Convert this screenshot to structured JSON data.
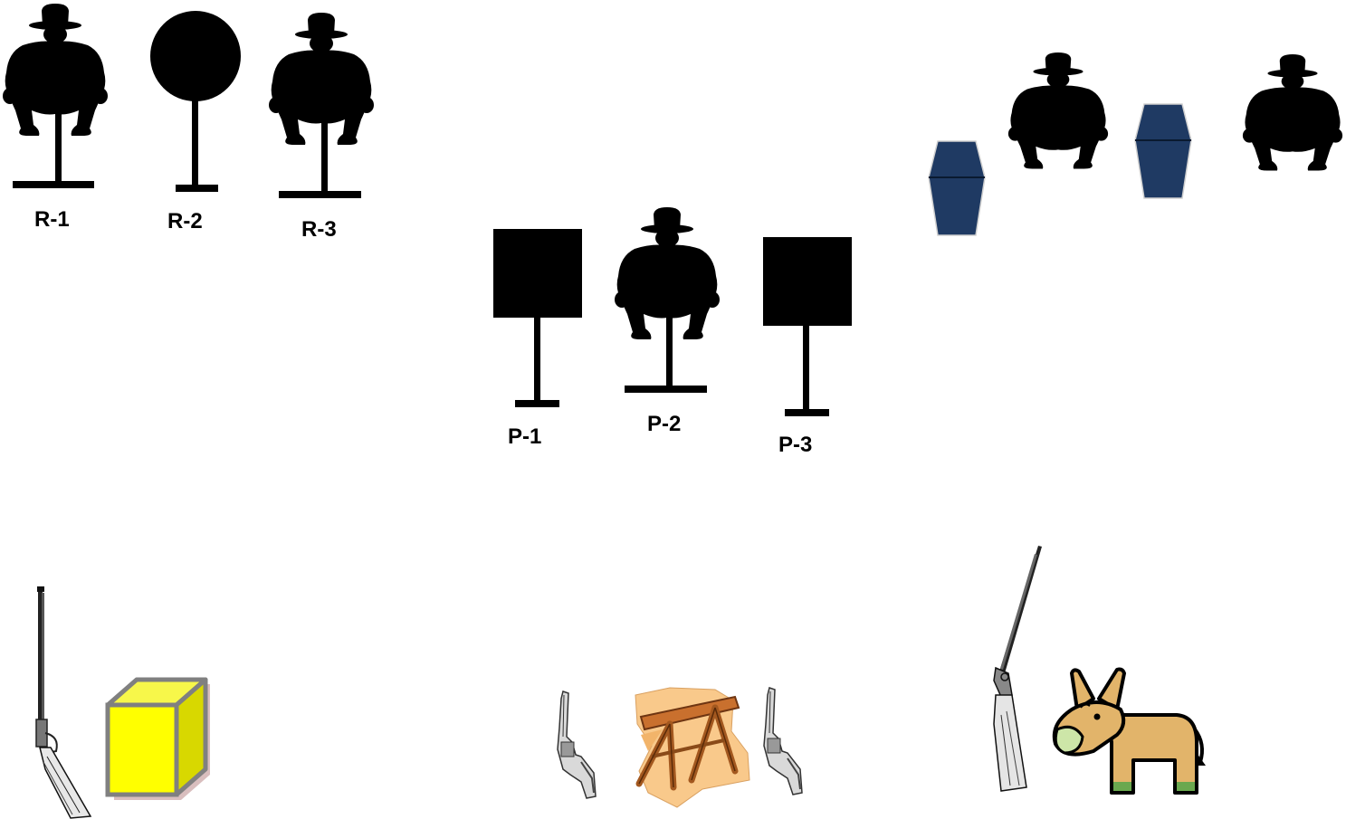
{
  "rifle_targets": {
    "r1": "R-1",
    "r2": "R-2",
    "r3": "R-3"
  },
  "pistol_targets": {
    "p1": "P-1",
    "p2": "P-2",
    "p3": "P-3"
  },
  "colors": {
    "target": "#000000",
    "barrel_fill": "#1f3a63",
    "box_fill": "#ffff00",
    "box_side": "#d8d800",
    "box_edge": "#808080",
    "sawhorse_bg": "#f9c98b",
    "sawhorse_wood": "#a3581f",
    "mule_body": "#e2b46a",
    "mule_muzzle": "#cde6a8",
    "mule_hoof": "#6aa84f"
  },
  "icons": [
    "bandit-silhouette-icon",
    "round-plate-target-icon",
    "square-plate-target-icon",
    "blue-barrel-icon",
    "rifle-icon",
    "yellow-box-icon",
    "revolver-icon",
    "sawhorse-icon",
    "shotgun-icon",
    "mule-icon"
  ]
}
